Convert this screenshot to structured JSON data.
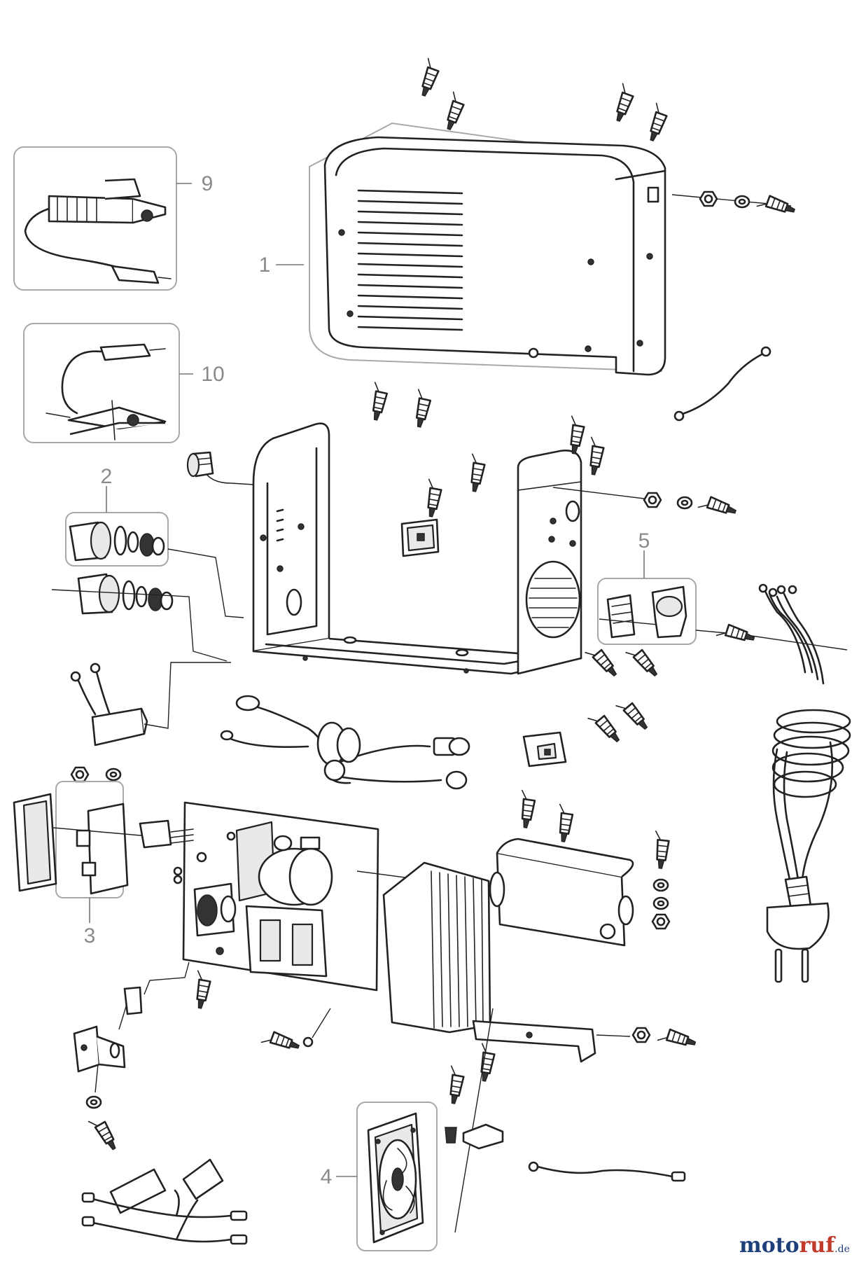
{
  "callouts": {
    "c1": "1",
    "c2": "2",
    "c3": "3",
    "c4": "4",
    "c5": "5",
    "c9": "9",
    "c10": "10"
  },
  "watermark": {
    "part_a": "moto",
    "part_b": "ruf",
    "part_c": ".de"
  },
  "colors": {
    "line": "#222222",
    "callout": "#8a8a8a",
    "frame": "#a8a8a8",
    "watermark_blue": "#1f3f7a",
    "watermark_red": "#c0392b"
  }
}
